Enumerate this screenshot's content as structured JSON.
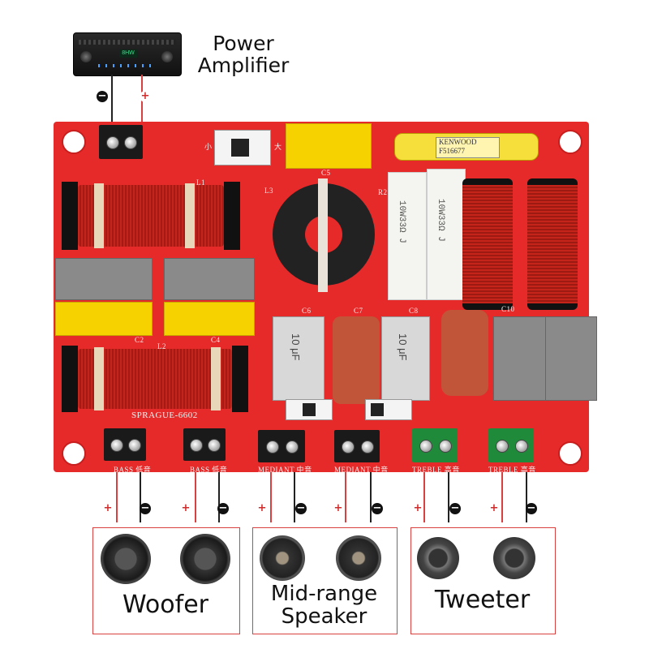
{
  "top_label": {
    "line1": "Power",
    "line2": "Amplifier"
  },
  "amplifier_display": "8HW",
  "pcb": {
    "model": "SPRAGUE-6602",
    "switch_small": "小",
    "switch_large": "大",
    "c5": "C5",
    "l1": "L1",
    "l2": "L2",
    "l3": "L3",
    "r2": "R2",
    "c6": "C6",
    "c7": "C7",
    "c8": "C8",
    "c10": "C10",
    "c4": "C4",
    "c2": "C2",
    "kenwood_line1": "KENWOOD",
    "kenwood_line2": "F516677",
    "resistor1": "10W33Ω J",
    "resistor2": "10W33Ω J",
    "cap_label": "10 μF",
    "terminals": [
      {
        "en": "BASS",
        "cn": "低音"
      },
      {
        "en": "BASS",
        "cn": "低音"
      },
      {
        "en": "MEDIANT",
        "cn": "中音"
      },
      {
        "en": "MEDIANT",
        "cn": "中音"
      },
      {
        "en": "TREBLE",
        "cn": "高音"
      },
      {
        "en": "TREBLE",
        "cn": "高音"
      }
    ]
  },
  "groups": [
    {
      "label": "Woofer"
    },
    {
      "label_line1": "Mid-range",
      "label_line2": "Speaker"
    },
    {
      "label": "Tweeter"
    }
  ],
  "polarity": {
    "plus": "+",
    "minus": "−"
  },
  "colors": {
    "pcb": "#e62a2a",
    "frame": "#d94040",
    "copper": "#b2201a",
    "yellow": "#f5d200",
    "gray": "#8a8a8a"
  }
}
